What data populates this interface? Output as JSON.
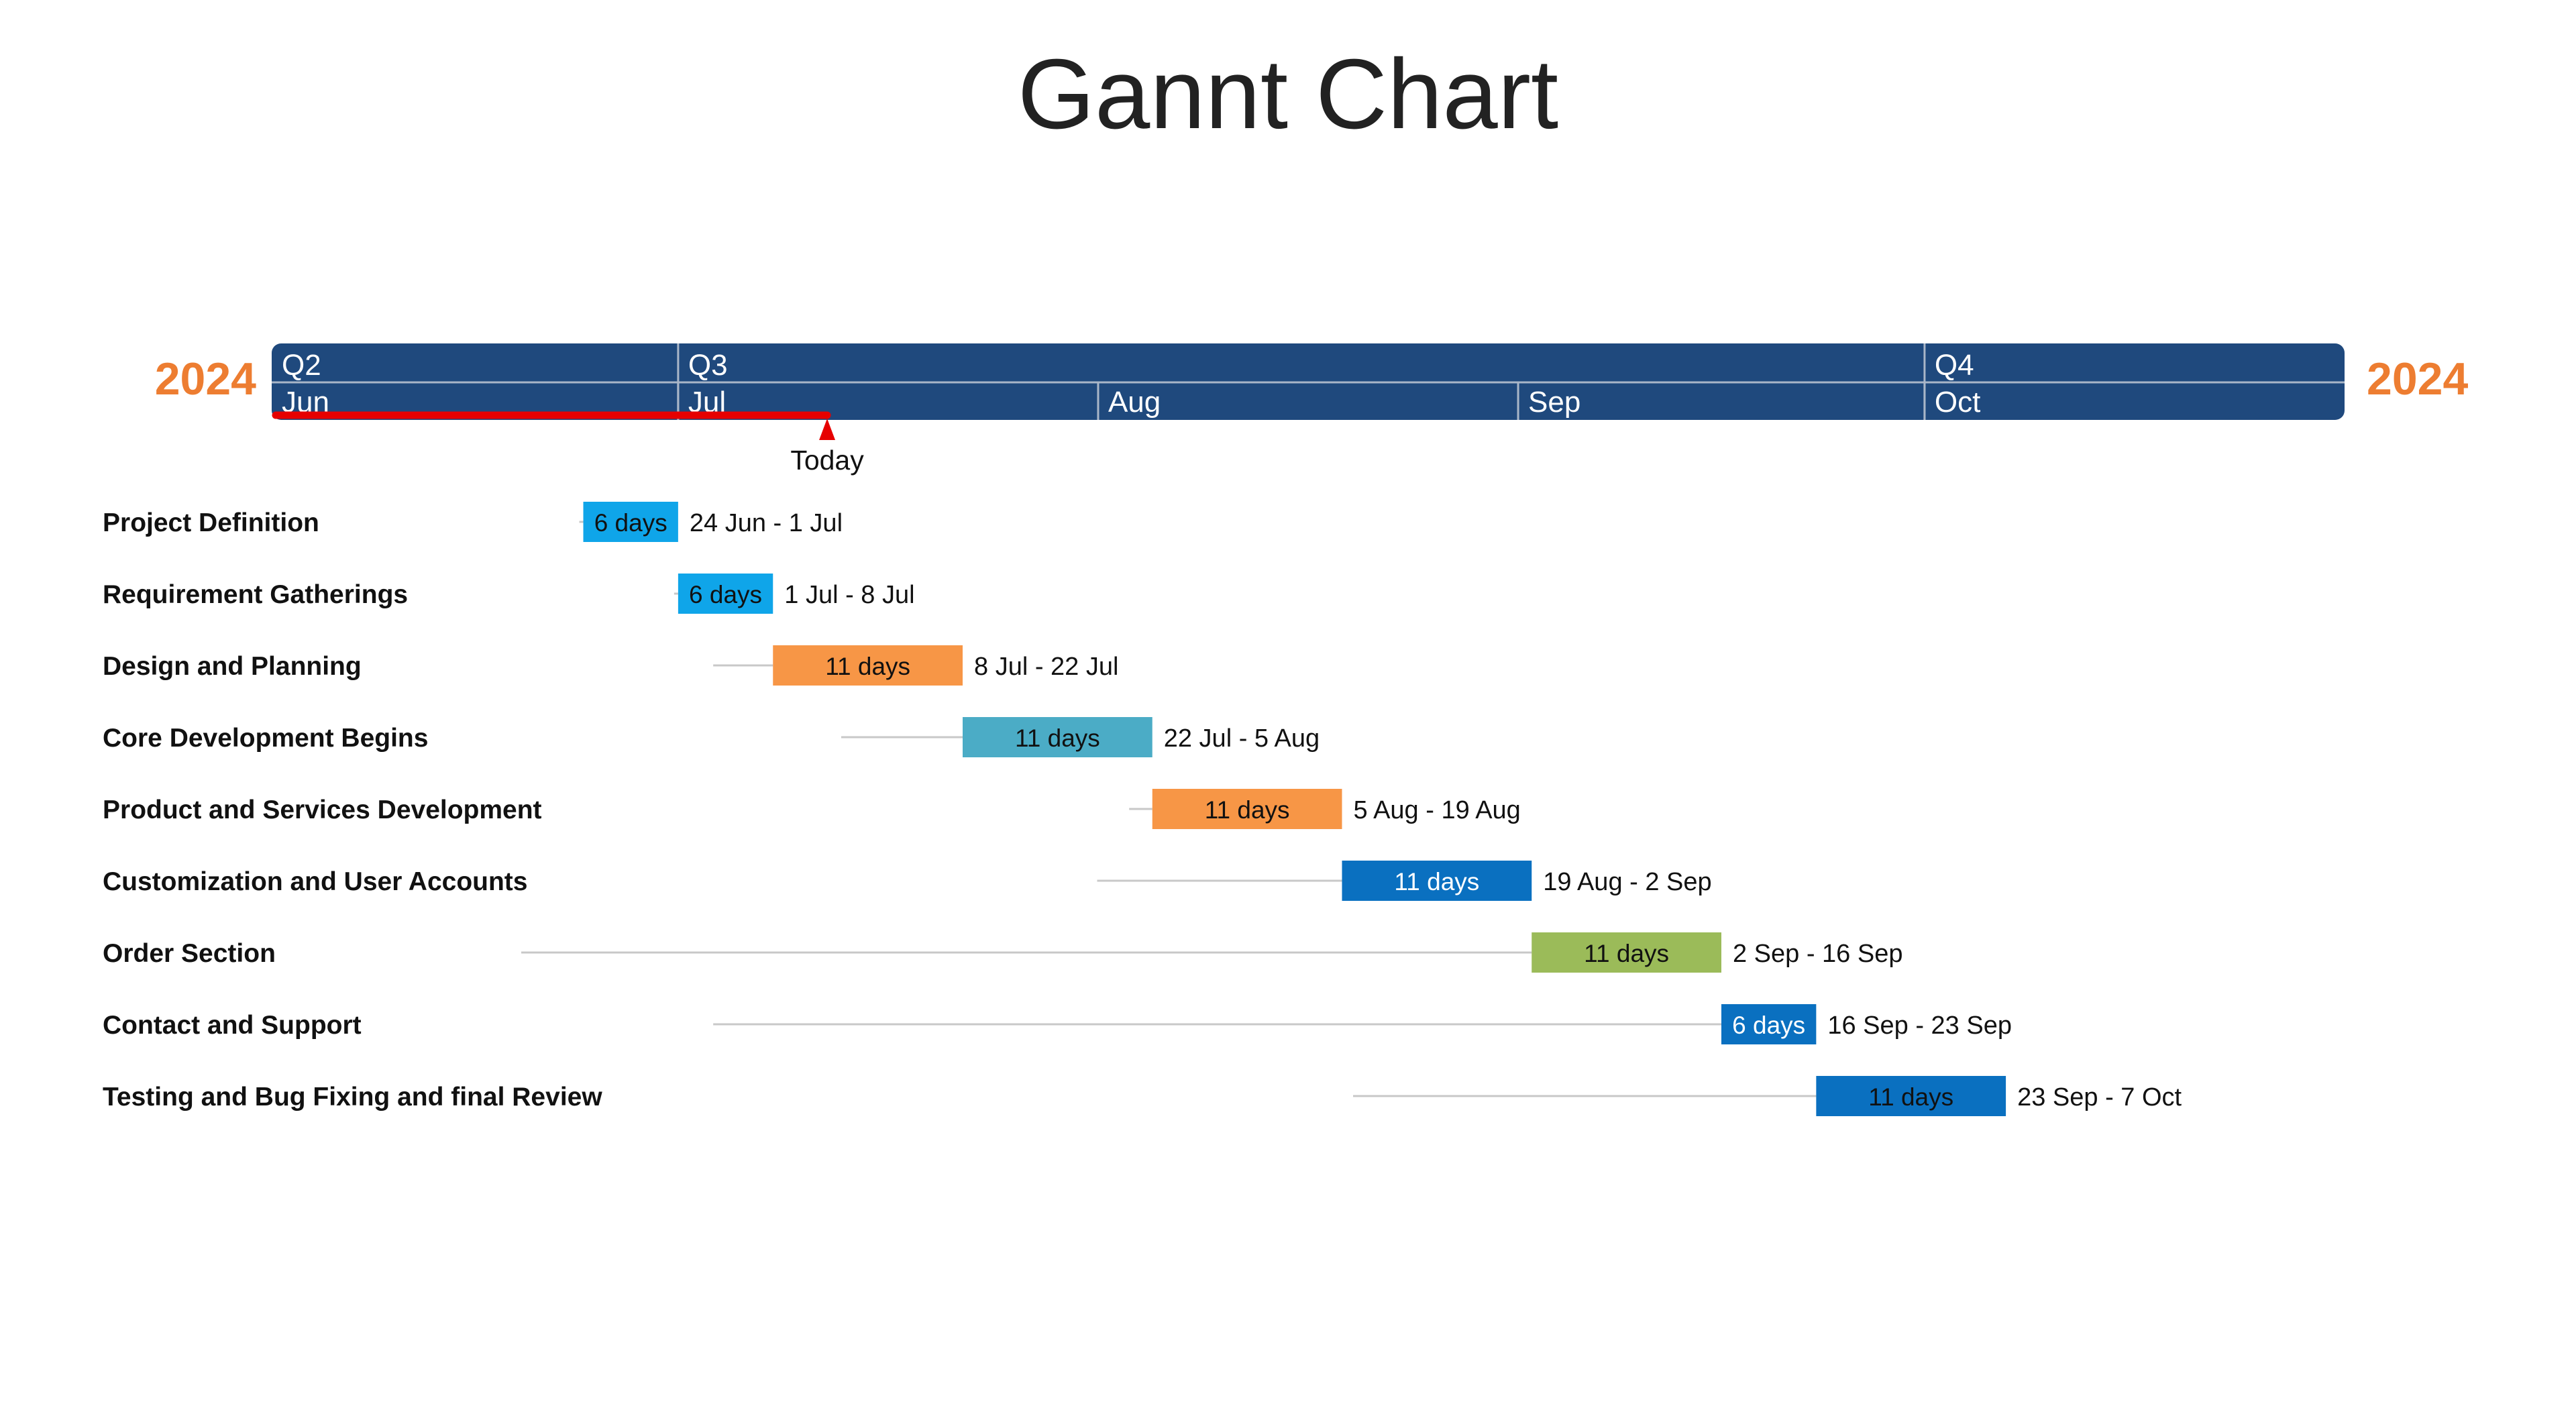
{
  "title": "Gannt Chart",
  "chart_data": {
    "type": "gantt",
    "title": "Gannt Chart",
    "year_label": "2024",
    "today": {
      "label": "Today",
      "date": "2024-07-12"
    },
    "timeline": {
      "start": "2024-06-01",
      "end": "2024-10-31"
    },
    "quarters": [
      {
        "label": "Q2",
        "start": "2024-06-01"
      },
      {
        "label": "Q3",
        "start": "2024-07-01"
      },
      {
        "label": "Q4",
        "start": "2024-10-01"
      }
    ],
    "months": [
      {
        "label": "Jun",
        "start": "2024-06-01"
      },
      {
        "label": "Jul",
        "start": "2024-07-01"
      },
      {
        "label": "Aug",
        "start": "2024-08-01"
      },
      {
        "label": "Sep",
        "start": "2024-09-01"
      },
      {
        "label": "Oct",
        "start": "2024-10-01"
      }
    ],
    "tasks": [
      {
        "name": "Project Definition",
        "start": "2024-06-24",
        "end": "2024-07-01",
        "duration_label": "6 days",
        "date_label": "24 Jun - 1 Jul",
        "color": "#0fa5e9",
        "label_color": "#111111"
      },
      {
        "name": "Requirement Gatherings",
        "start": "2024-07-01",
        "end": "2024-07-08",
        "duration_label": "6 days",
        "date_label": "1 Jul - 8 Jul",
        "color": "#0fa5e9",
        "label_color": "#111111"
      },
      {
        "name": "Design and Planning",
        "start": "2024-07-08",
        "end": "2024-07-22",
        "duration_label": "11 days",
        "date_label": "8 Jul - 22 Jul",
        "color": "#f79646",
        "label_color": "#111111"
      },
      {
        "name": "Core Development Begins",
        "start": "2024-07-22",
        "end": "2024-08-05",
        "duration_label": "11 days",
        "date_label": "22 Jul - 5 Aug",
        "color": "#4bacc6",
        "label_color": "#111111"
      },
      {
        "name": "Product and Services Development",
        "start": "2024-08-05",
        "end": "2024-08-19",
        "duration_label": "11 days",
        "date_label": "5 Aug - 19 Aug",
        "color": "#f79646",
        "label_color": "#111111"
      },
      {
        "name": "Customization and User Accounts",
        "start": "2024-08-19",
        "end": "2024-09-02",
        "duration_label": "11 days",
        "date_label": "19 Aug - 2 Sep",
        "color": "#0a70c0",
        "label_color": "#ffffff"
      },
      {
        "name": "Order Section",
        "start": "2024-09-02",
        "end": "2024-09-16",
        "duration_label": "11 days",
        "date_label": "2 Sep - 16 Sep",
        "color": "#9bbb59",
        "label_color": "#111111"
      },
      {
        "name": "Contact and Support",
        "start": "2024-09-16",
        "end": "2024-09-23",
        "duration_label": "6 days",
        "date_label": "16 Sep - 23 Sep",
        "color": "#0a70c0",
        "label_color": "#ffffff"
      },
      {
        "name": "Testing and Bug Fixing and final Review",
        "start": "2024-09-23",
        "end": "2024-10-07",
        "duration_label": "11 days",
        "date_label": "23 Sep - 7 Oct",
        "color": "#0a70c0",
        "label_color": "#111111"
      }
    ],
    "colors": {
      "header": "#1f497d",
      "year": "#ed7d31",
      "today": "#e60000",
      "gridline": "#c8c8c8"
    }
  }
}
